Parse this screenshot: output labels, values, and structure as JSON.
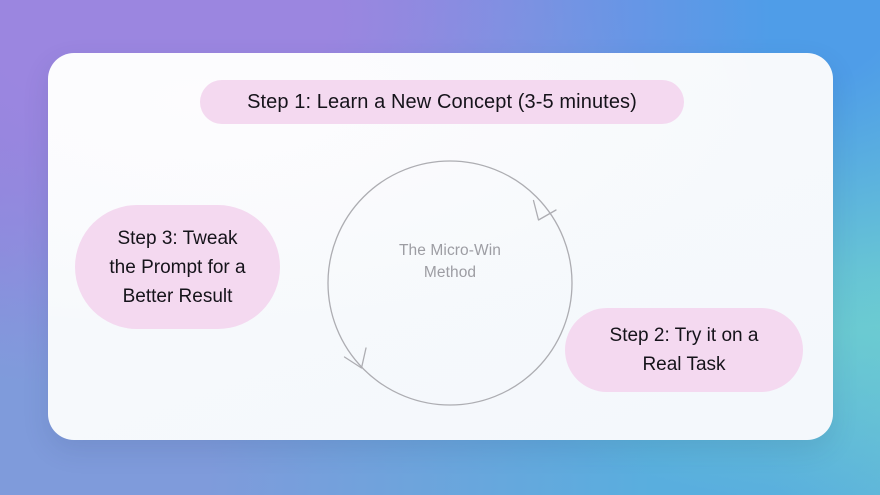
{
  "slide": {
    "background_colors": {
      "purple": "#8e7ed8",
      "blue": "#5fa6e2",
      "teal": "#74cfcd",
      "periwinkle": "#7f9bdb"
    },
    "card_background": "#f7fafd"
  },
  "cycle": {
    "center_label": "The Micro-Win\nMethod",
    "center_label_color": "#9d9da3",
    "ring_stroke_color": "#adadb2",
    "arrow_count": 2,
    "direction": "clockwise"
  },
  "steps": [
    {
      "id": "step-1",
      "label": "Step 1: Learn a New Concept (3-5 minutes)",
      "fill": "#f4d9f0",
      "text_color": "#15131a",
      "position": "top"
    },
    {
      "id": "step-2",
      "label": "Step 2: Try it on a\nReal Task",
      "fill": "#f4d9f0",
      "text_color": "#15131a",
      "position": "bottom-right"
    },
    {
      "id": "step-3",
      "label": "Step 3: Tweak\nthe Prompt for a\nBetter Result",
      "fill": "#f4d9f0",
      "text_color": "#15131a",
      "position": "left"
    }
  ]
}
